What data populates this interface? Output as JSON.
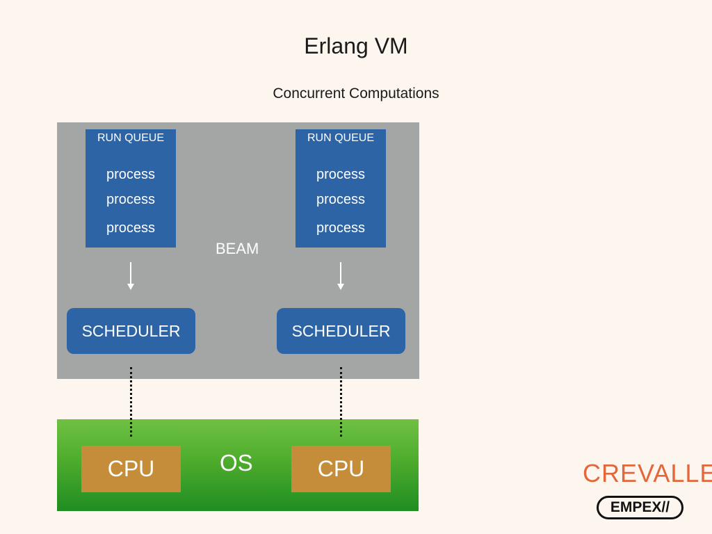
{
  "header": {
    "title": "Erlang VM",
    "subtitle": "Concurrent Computations"
  },
  "beam": {
    "label": "BEAM",
    "run_queues": [
      {
        "header": "RUN QUEUE",
        "processes": [
          "process",
          "process",
          "process"
        ]
      },
      {
        "header": "RUN QUEUE",
        "processes": [
          "process",
          "process",
          "process"
        ]
      }
    ],
    "schedulers": [
      "SCHEDULER",
      "SCHEDULER"
    ]
  },
  "os": {
    "label": "OS",
    "cpus": [
      "CPU",
      "CPU"
    ]
  },
  "logos": {
    "brand_primary": "CREVALLE",
    "brand_secondary": "EMPEX//"
  },
  "colors": {
    "background": "#fcf6ef",
    "beam": "#a4a6a5",
    "blue_box": "#2d64a6",
    "os_green": "#4eac2d",
    "cpu_orange": "#c58d3a",
    "crevalle_orange": "#e2673a"
  }
}
